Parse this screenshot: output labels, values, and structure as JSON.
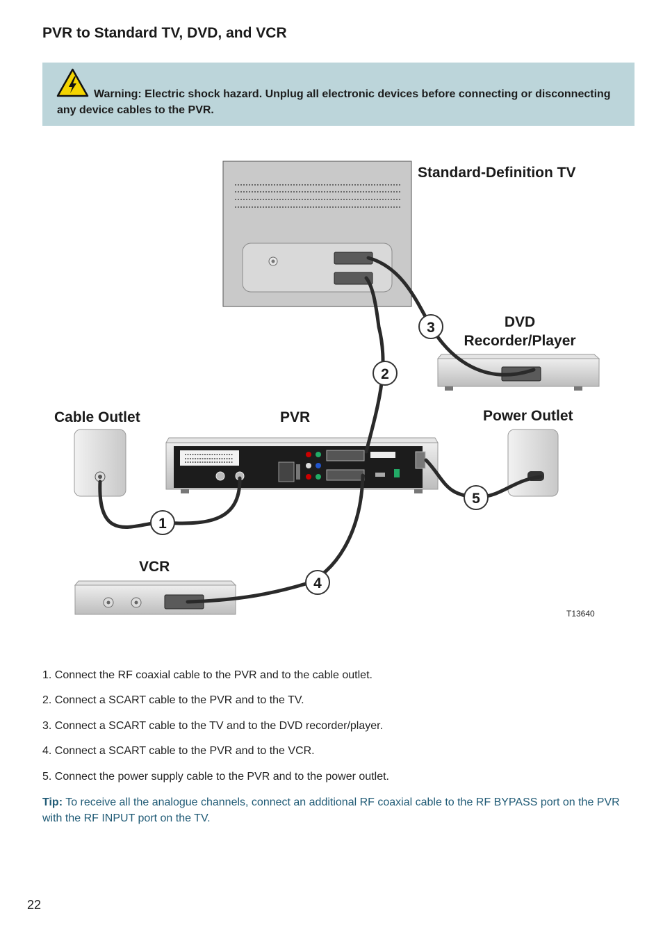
{
  "page": {
    "title": "PVR to Standard TV, DVD, and VCR",
    "page_number": "22"
  },
  "warning": {
    "icon": "electric-shock-warning-icon",
    "text": "Warning: Electric shock hazard. Unplug all electronic devices before connecting or disconnecting any device cables to the PVR."
  },
  "diagram": {
    "labels": {
      "tv": "Standard-Definition TV",
      "dvd_line1": "DVD",
      "dvd_line2": "Recorder/Player",
      "cable_outlet": "Cable Outlet",
      "pvr": "PVR",
      "power_outlet": "Power Outlet",
      "vcr": "VCR"
    },
    "callouts": [
      "1",
      "2",
      "3",
      "4",
      "5"
    ],
    "figure_code": "T13640"
  },
  "steps": [
    "1. Connect the RF coaxial cable to the PVR and to the cable outlet.",
    "2. Connect a SCART cable to the PVR and to the TV.",
    "3. Connect a SCART cable to the TV and to the DVD recorder/player.",
    "4. Connect a SCART cable to the PVR and to the VCR.",
    "5. Connect the power supply cable to the PVR and to the power outlet."
  ],
  "tip": {
    "label": "Tip:",
    "text": "To receive all the analogue channels, connect an additional RF coaxial cable to the RF BYPASS port on the PVR with the RF INPUT port on the TV."
  },
  "colors": {
    "warning_background": "#bcd5da",
    "tip_text": "#1f5a75",
    "cable": "#2a2a2a"
  }
}
